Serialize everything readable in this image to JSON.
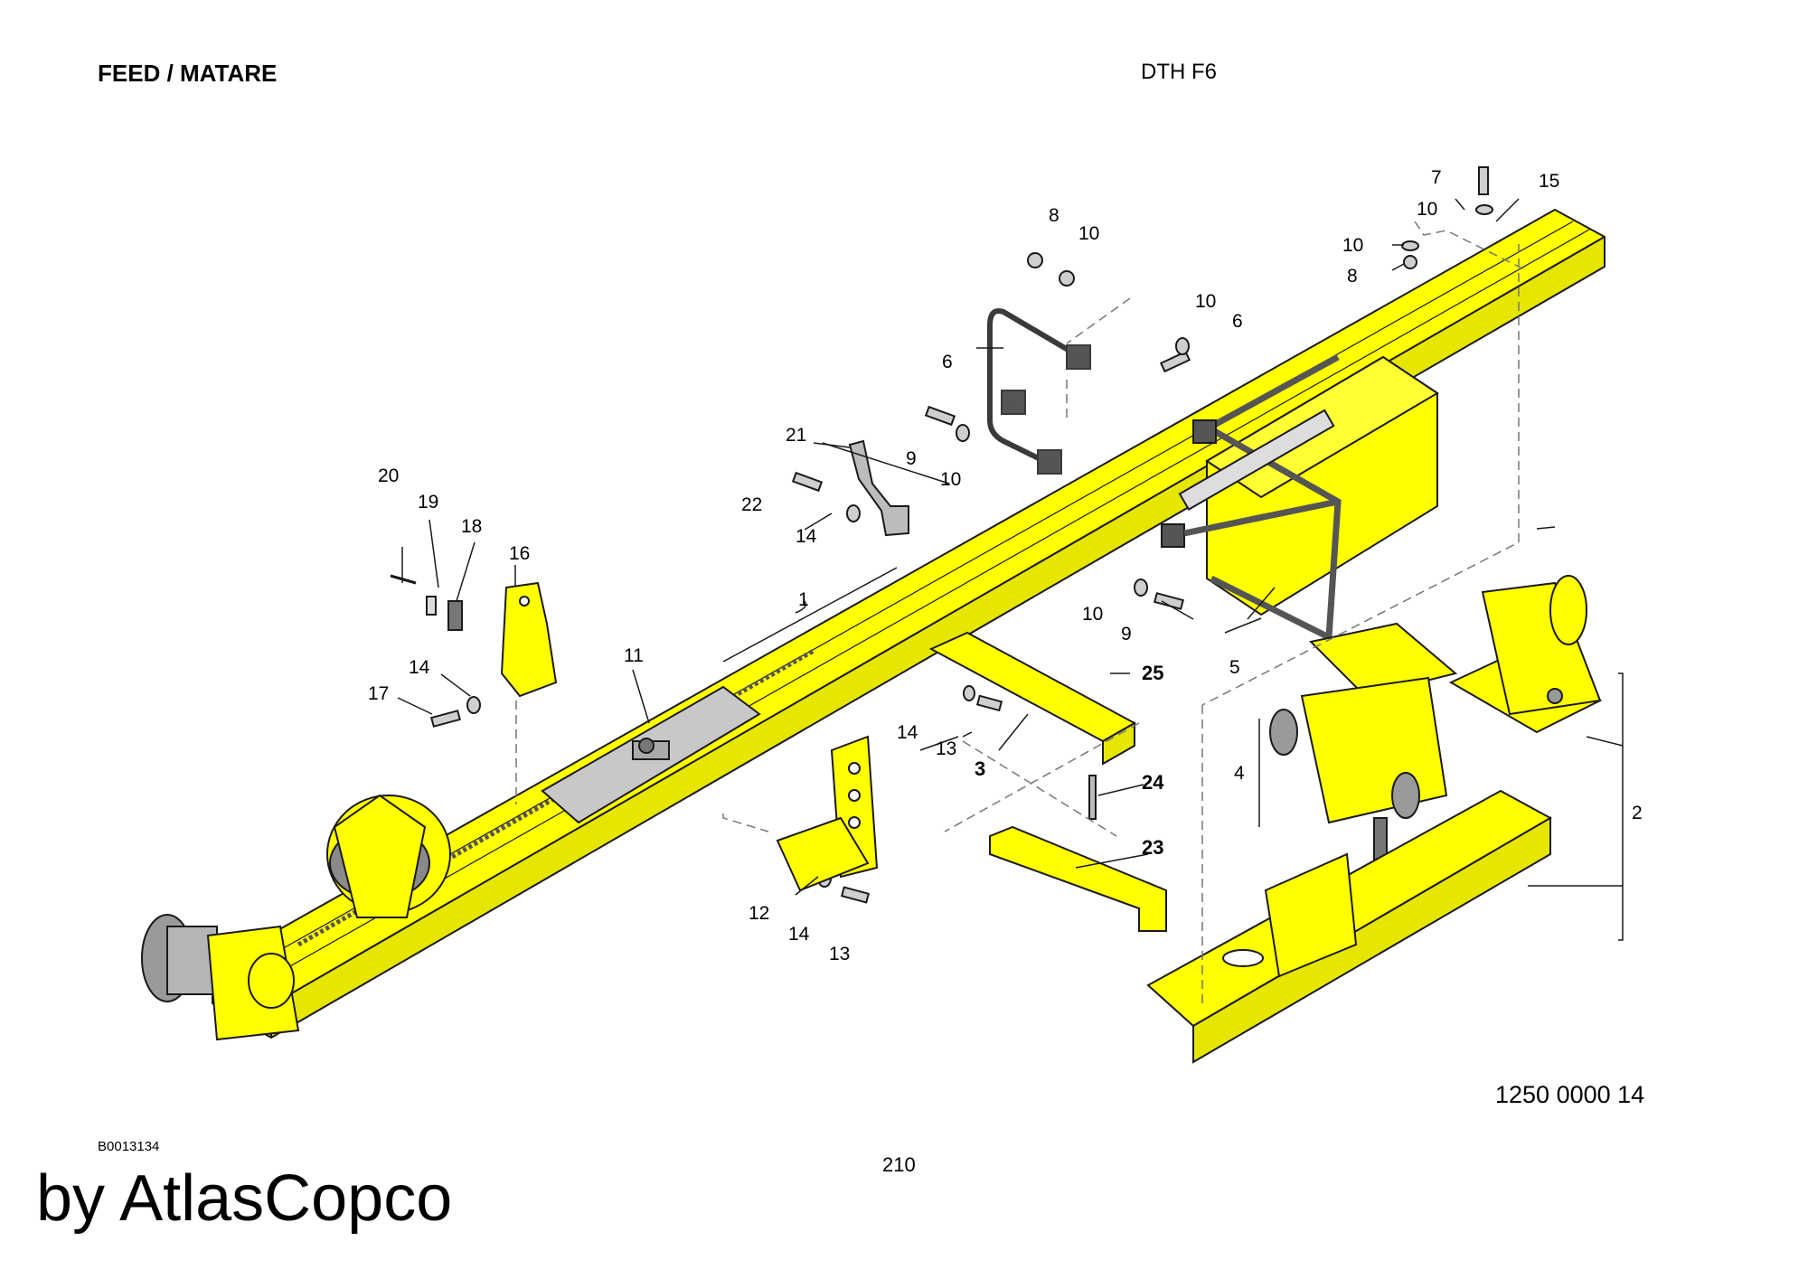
{
  "header": {
    "title": "FEED / MATARE",
    "model": "DTH F6"
  },
  "footer": {
    "diagram_number": "1250 0000 14",
    "drawing_code": "B0013134",
    "page_number": "210",
    "brand": "by AtlasCopco"
  },
  "colors": {
    "part_fill": "#ffff00",
    "outline": "#1a1a1a",
    "grey_part": "#bdbdbd",
    "dark_part": "#5a5a5a"
  },
  "callouts": {
    "c1": "1",
    "c2": "2",
    "c3": "3",
    "c4": "4",
    "c5": "5",
    "c6a": "6",
    "c6b": "6",
    "c7": "7",
    "c8a": "8",
    "c8b": "8",
    "c9a": "9",
    "c9b": "9",
    "c10a": "10",
    "c10b": "10",
    "c10c": "10",
    "c10d": "10",
    "c10e": "10",
    "c10f": "10",
    "c11": "11",
    "c12": "12",
    "c13a": "13",
    "c13b": "13",
    "c14a": "14",
    "c14b": "14",
    "c14c": "14",
    "c14d": "14",
    "c15": "15",
    "c16": "16",
    "c17": "17",
    "c18": "18",
    "c19": "19",
    "c20": "20",
    "c21": "21",
    "c22": "22",
    "c23": "23",
    "c24": "24",
    "c25": "25"
  }
}
